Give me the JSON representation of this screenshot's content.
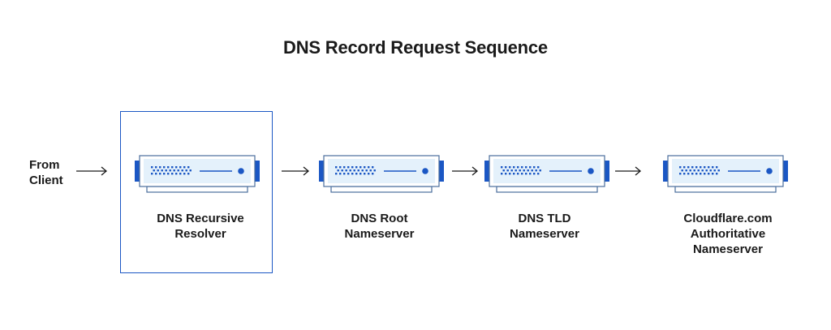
{
  "title": "DNS Record Request Sequence",
  "from_client": [
    "From",
    "Client"
  ],
  "nodes": [
    {
      "label": [
        "DNS Recursive",
        "Resolver"
      ]
    },
    {
      "label": [
        "DNS Root",
        "Nameserver"
      ]
    },
    {
      "label": [
        "DNS TLD",
        "Nameserver"
      ]
    },
    {
      "label": [
        "Cloudflare.com",
        "Authoritative",
        "Nameserver"
      ]
    }
  ],
  "colors": {
    "accent": "#1b57c4",
    "server_fill": "#e4f1fb",
    "server_stroke": "#4a6d9c",
    "text": "#1a1a1a"
  }
}
